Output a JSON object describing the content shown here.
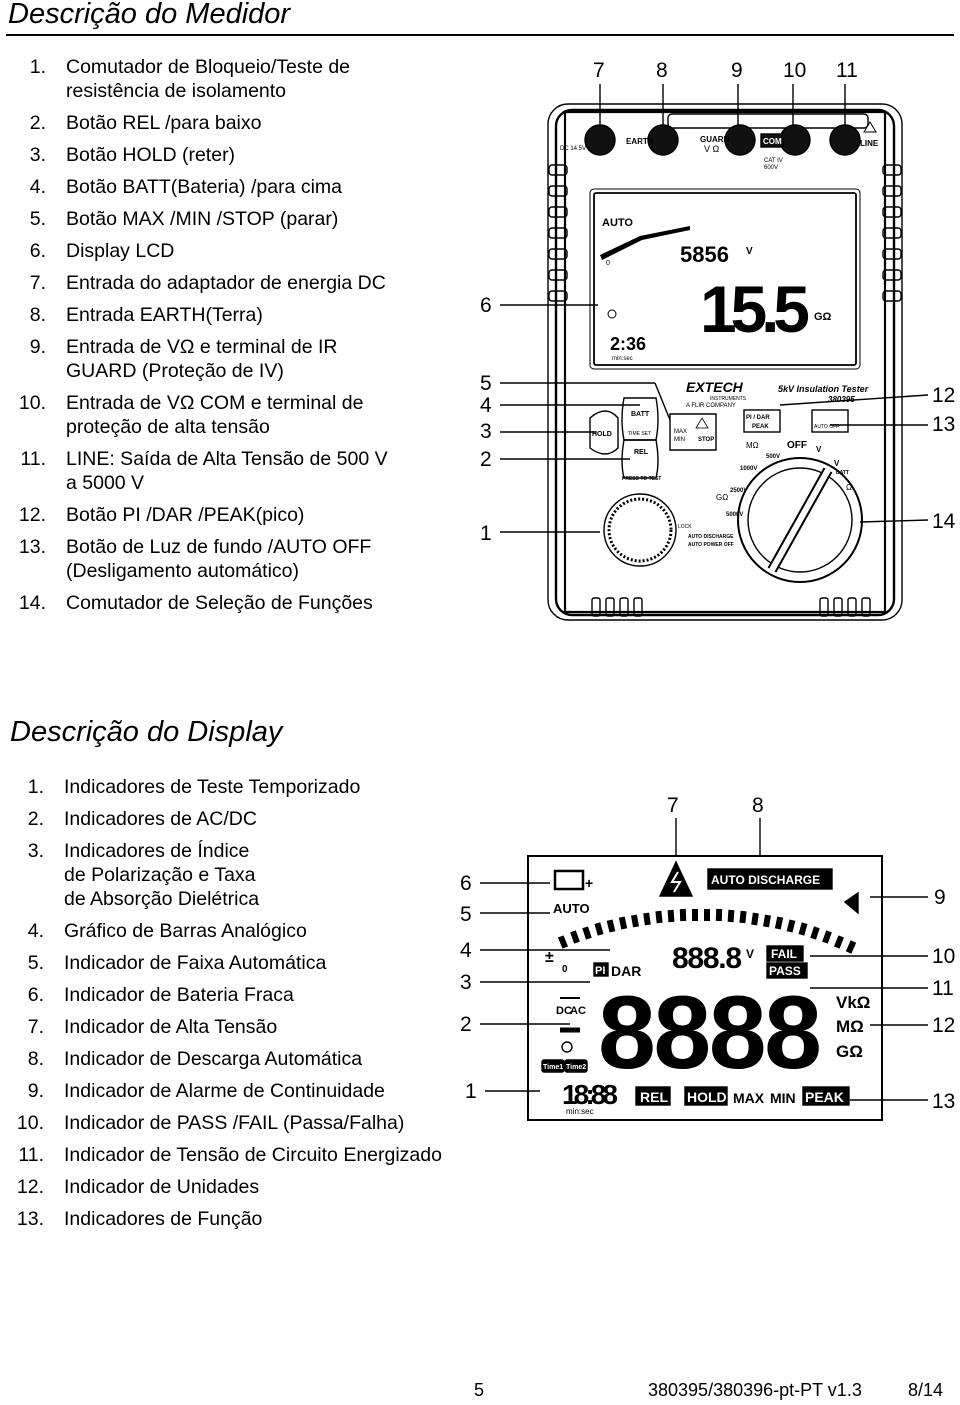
{
  "section1": {
    "title": "Descrição do Medidor",
    "items": [
      {
        "num": "1.",
        "text": "Comutador de Bloqueio/Teste de"
      },
      {
        "num": "",
        "text": "resistência de isolamento"
      },
      {
        "num": "2.",
        "text": "Botão REL /para baixo"
      },
      {
        "num": "3.",
        "text": "Botão HOLD (reter)"
      },
      {
        "num": "4.",
        "text": "Botão BATT(Bateria) /para cima"
      },
      {
        "num": "5.",
        "text": "Botão MAX /MIN /STOP (parar)"
      },
      {
        "num": "6.",
        "text": "Display LCD"
      },
      {
        "num": "7.",
        "text": "Entrada do adaptador de energia DC"
      },
      {
        "num": "8.",
        "text": "Entrada EARTH(Terra)"
      },
      {
        "num": "9.",
        "text": "Entrada de VΩ e terminal de IR"
      },
      {
        "num": "",
        "text": "GUARD (Proteção de IV)"
      },
      {
        "num": "10.",
        "text": "Entrada de VΩ COM e terminal de"
      },
      {
        "num": "",
        "text": "proteção de alta tensão"
      },
      {
        "num": "11.",
        "text": "LINE: Saída de Alta Tensão de 500 V"
      },
      {
        "num": "",
        "text": "a 5000 V"
      },
      {
        "num": "12.",
        "text": "Botão PI /DAR /PEAK(pico)"
      },
      {
        "num": "13.",
        "text": "Botão de Luz de fundo /AUTO OFF"
      },
      {
        "num": "",
        "text": "(Desligamento automático)"
      },
      {
        "num": "14.",
        "text": "Comutador de Seleção de Funções"
      }
    ]
  },
  "meter": {
    "callouts_top": [
      "7",
      "8",
      "9",
      "10",
      "11"
    ],
    "callouts_left": [
      "6",
      "5",
      "4",
      "3",
      "2",
      "1"
    ],
    "callouts_right": [
      "12",
      "13",
      "14"
    ],
    "jacks": {
      "dc": "DC 14.5V",
      "earth": "EARTH",
      "guard": "GUARD",
      "guard_sub": "V Ω",
      "com": "COM",
      "cat": "CAT IV",
      "cat_v": "600V",
      "line": "LINE"
    },
    "lcd": {
      "auto": "AUTO",
      "voltage": "5856",
      "voltage_unit": "V",
      "main": "15.5",
      "unit": "GΩ",
      "time": "2:36",
      "time_unit": "min:sec",
      "bar_zero": "0"
    },
    "brand": {
      "name": "EXTECH",
      "sub1": "INSTRUMENTS",
      "sub2": "A FLIR COMPANY",
      "model_title": "5kV Insulation Tester",
      "model": "380395"
    },
    "buttons": {
      "batt": "BATT",
      "time_set": "TIME SET",
      "hold": "HOLD",
      "rel": "REL",
      "max": "MAX",
      "min": "MIN",
      "stop": "STOP",
      "pi_dar": "PI / DAR",
      "peak": "PEAK",
      "auto_off": "AUTO OFF",
      "press": "PRESS TO TEST",
      "lock": "LOCK",
      "discharge": "AUTO DISCHARGE",
      "power_off": "AUTO POWER OFF"
    },
    "dial": {
      "off": "OFF",
      "mohm": "MΩ",
      "gohm": "GΩ",
      "v500": "500V",
      "v1000": "1000V",
      "v2500": "2500V",
      "v5000": "5000V",
      "batt": "BATT",
      "vac": "V",
      "vdc": "V",
      "ohm": "Ω"
    }
  },
  "section2": {
    "title": "Descrição do Display",
    "items": [
      {
        "num": "1.",
        "text": "Indicadores de Teste Temporizado"
      },
      {
        "num": "2.",
        "text": "Indicadores de AC/DC"
      },
      {
        "num": "3.",
        "text": "Indicadores de Índice"
      },
      {
        "num": "",
        "text": "de Polarização e Taxa"
      },
      {
        "num": "",
        "text": "de Absorção Dielétrica"
      },
      {
        "num": "4.",
        "text": "Gráfico de Barras Analógico"
      },
      {
        "num": "5.",
        "text": "Indicador de Faixa Automática"
      },
      {
        "num": "6.",
        "text": "Indicador de Bateria Fraca"
      },
      {
        "num": "7.",
        "text": "Indicador de Alta Tensão"
      },
      {
        "num": "8.",
        "text": "Indicador de Descarga Automática"
      },
      {
        "num": "9.",
        "text": "Indicador de Alarme de Continuidade"
      },
      {
        "num": "10.",
        "text": "Indicador de PASS /FAIL (Passa/Falha)"
      },
      {
        "num": "11.",
        "text": "Indicador de Tensão de Circuito Energizado"
      },
      {
        "num": "12.",
        "text": "Indicador de Unidades"
      },
      {
        "num": "13.",
        "text": "Indicadores de Função"
      }
    ]
  },
  "display": {
    "callouts_top": [
      "7",
      "8"
    ],
    "callouts_left": [
      "6",
      "5",
      "4",
      "3",
      "2",
      "1"
    ],
    "callouts_right": [
      "9",
      "10",
      "11",
      "12",
      "13"
    ],
    "auto_discharge": "AUTO DISCHARGE",
    "auto": "AUTO",
    "plusminus": "±",
    "zero": "0",
    "pi": "PI",
    "dar": "DAR",
    "small_digits": "888.8",
    "v": "V",
    "fail": "FAIL",
    "pass": "PASS",
    "dc": "DC",
    "ac": "AC",
    "big": "8888",
    "vk": "VkΩ",
    "m": "MΩ",
    "g": "GΩ",
    "time1": "Time1",
    "time2": "Time2",
    "clock": "18:88",
    "minsec": "min:sec",
    "rel": "REL",
    "hold": "HOLD",
    "max": "MAX",
    "min": "MIN",
    "peak": "PEAK"
  },
  "footer": {
    "page": "5",
    "doc": "380395/380396-pt-PT v1.3",
    "pages": "8/14"
  }
}
